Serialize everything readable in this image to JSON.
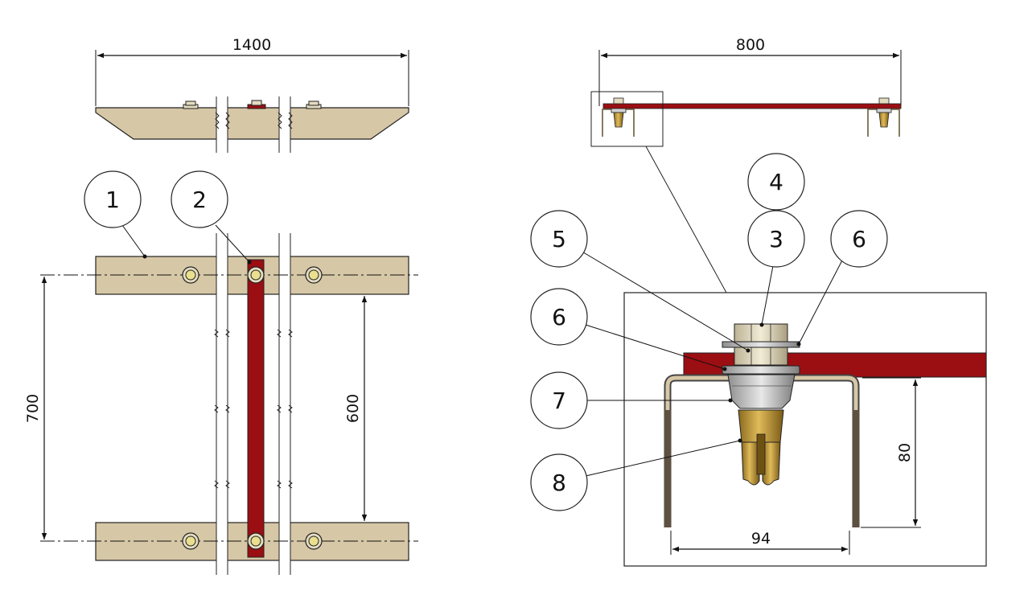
{
  "dimensions": {
    "top_width": "1400",
    "right_width": "800",
    "left_height": "700",
    "inner_height": "600",
    "detail_height": "80",
    "detail_width": "94"
  },
  "balloons": [
    "1",
    "2",
    "3",
    "4",
    "5",
    "6",
    "6",
    "7",
    "8"
  ],
  "colors": {
    "wood": "#d6c7a6",
    "bar": "#9b0e12",
    "outline": "#222222",
    "brass": "#c19a3a",
    "steel": "#c8c8c8",
    "nut": "#e4dcc0"
  }
}
